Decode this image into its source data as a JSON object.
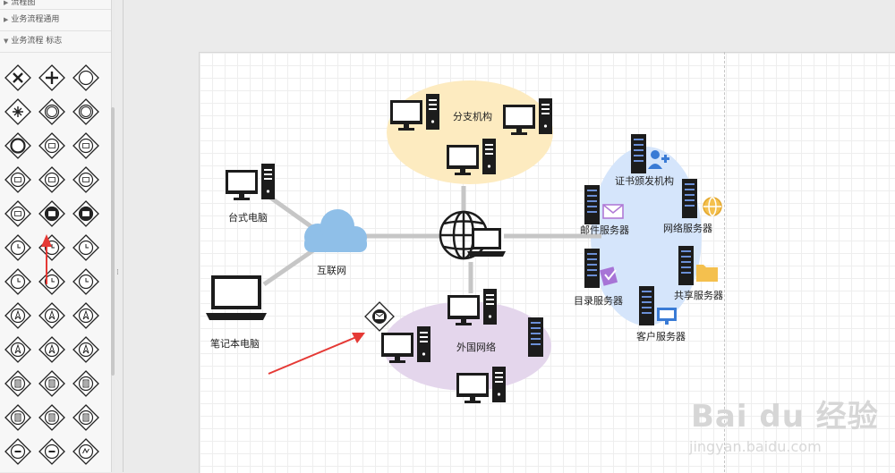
{
  "sidebar": {
    "categories": [
      {
        "label": "流程图"
      },
      {
        "label": "业务流程通用"
      },
      {
        "label": "业务流程 标志"
      }
    ],
    "shapes": [
      "exclusive-gateway",
      "parallel-gateway",
      "gateway-empty",
      "event-based-gateway",
      "gateway-double-circle",
      "gateway-double-circle-2",
      "gateway-circle-thick",
      "gateway-message",
      "gateway-message-2",
      "gateway-message-3",
      "gateway-message-4",
      "gateway-message-5",
      "gateway-message-6",
      "gateway-message-filled",
      "gateway-message-filled-2",
      "gateway-timer",
      "gateway-timer-2",
      "gateway-timer-3",
      "gateway-timer-4",
      "gateway-timer-5",
      "gateway-timer-6",
      "gateway-escalation",
      "gateway-escalation-2",
      "gateway-escalation-3",
      "gateway-escalation-4",
      "gateway-escalation-5",
      "gateway-escalation-6",
      "gateway-conditional",
      "gateway-conditional-2",
      "gateway-conditional-3",
      "gateway-conditional-4",
      "gateway-conditional-5",
      "gateway-conditional-6",
      "gateway-cancel",
      "gateway-cancel-2",
      "gateway-signal"
    ]
  },
  "diagram": {
    "nodes": {
      "branch": "分支机构",
      "desktop": "台式电脑",
      "internet": "互联网",
      "laptop": "笔记本电脑",
      "foreign": "外国网络",
      "ca": "证书颁发机构",
      "mail": "邮件服务器",
      "network": "网络服务器",
      "directory": "目录服务器",
      "share": "共享服务器",
      "client": "客户服务器"
    },
    "colors": {
      "branch_zone": "#fdebc0",
      "foreign_zone": "#e4d6ec",
      "server_zone": "#d5e5fb",
      "connector": "#c6c6c6",
      "cloud": "#8fbfe8",
      "arrow": "#e53935"
    }
  },
  "watermark": {
    "logo": "Bai du 经验",
    "url": "jingyan.baidu.com"
  }
}
